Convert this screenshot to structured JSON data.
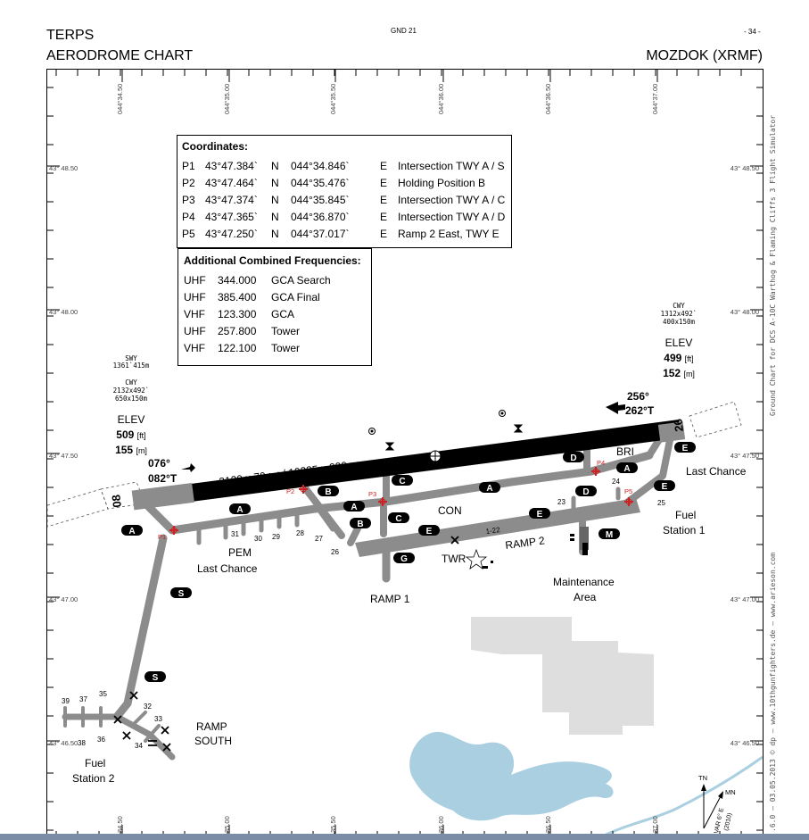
{
  "header": {
    "left_line1": "TERPS",
    "left_line2": "AERODROME CHART",
    "center": "GND 21",
    "page": "- 34 -",
    "right": "MOZDOK (XRMF)"
  },
  "side_note": "Ground Chart for DCS A-10C Warthog & Flaming Cliffs 3 Flight Simulator",
  "side_note_bottom": ".6.0 – 03.05.2013 © dp – www.10thgunfighters.de – www.arieson.com",
  "coordinates": {
    "title": "Coordinates:",
    "rows": [
      {
        "id": "P1",
        "lat": "43°47.384`",
        "ns": "N",
        "lon": "044°34.846`",
        "ew": "E",
        "desc": "Intersection TWY A / S"
      },
      {
        "id": "P2",
        "lat": "43°47.464`",
        "ns": "N",
        "lon": "044°35.476`",
        "ew": "E",
        "desc": "Holding Position B"
      },
      {
        "id": "P3",
        "lat": "43°47.374`",
        "ns": "N",
        "lon": "044°35.845`",
        "ew": "E",
        "desc": "Intersection TWY A / C"
      },
      {
        "id": "P4",
        "lat": "43°47.365`",
        "ns": "N",
        "lon": "044°36.870`",
        "ew": "E",
        "desc": "Intersection TWY A / D"
      },
      {
        "id": "P5",
        "lat": "43°47.250`",
        "ns": "N",
        "lon": "044°37.017`",
        "ew": "E",
        "desc": "Ramp 2 East, TWY E"
      }
    ]
  },
  "frequencies": {
    "title": "Additional Combined Frequencies:",
    "rows": [
      {
        "band": "UHF",
        "freq": "344.000",
        "name": "GCA Search"
      },
      {
        "band": "UHF",
        "freq": "385.400",
        "name": "GCA Final"
      },
      {
        "band": "VHF",
        "freq": "123.300",
        "name": "GCA"
      },
      {
        "band": "UHF",
        "freq": "257.800",
        "name": "Tower"
      },
      {
        "band": "VHF",
        "freq": "122.100",
        "name": "Tower"
      }
    ]
  },
  "grid": {
    "top_lon": [
      "044°34.50",
      "044°35.00",
      "044°35.50",
      "044°36.00",
      "044°36.50",
      "044°37.00"
    ],
    "bottom_lon": [
      "34.50",
      "35.00",
      "35.50",
      "36.00",
      "36.50",
      "37.00"
    ],
    "left_lat": [
      "43° 48.50",
      "43° 48.00",
      "43° 47.50",
      "43° 47.00",
      "43° 46.50"
    ],
    "right_lat": [
      "43° 48.50",
      "43° 48.00",
      "43° 47.50",
      "43° 47.00",
      "43° 46.50"
    ]
  },
  "runway": {
    "dims": "3120 x 70",
    "dims_unit1": "[m]",
    "dims_ft": "/ 10235 x 230",
    "dims_unit2": "[ft]",
    "rwy_08": "08",
    "rwy_26": "26",
    "hdg_076": "076°",
    "hdg_082": "082°T",
    "hdg_256": "256°",
    "hdg_262": "262°T",
    "center_label": "1-22"
  },
  "west_info": {
    "swy": "SWY",
    "swy_dims": "1361`415m",
    "cwy": "CWY",
    "cwy_dims1": "2132x492`",
    "cwy_dims2": "650x150m",
    "elev": "ELEV",
    "elev_ft": "509",
    "elev_ft_u": "[ft]",
    "elev_m": "155",
    "elev_m_u": "[m]"
  },
  "east_info": {
    "cwy": "CWY",
    "cwy_dims1": "1312x492`",
    "cwy_dims2": "400x150m",
    "elev": "ELEV",
    "elev_ft": "499",
    "elev_ft_u": "[ft]",
    "elev_m": "152",
    "elev_m_u": "[m]"
  },
  "taxiways": [
    "A",
    "A",
    "A",
    "A",
    "A",
    "B",
    "B",
    "C",
    "C",
    "D",
    "D",
    "E",
    "E",
    "E",
    "E",
    "G",
    "M",
    "S",
    "S"
  ],
  "points": [
    "P1",
    "P2",
    "P3",
    "P4",
    "P5"
  ],
  "labels": {
    "pem": "PEM",
    "last_chance_w": "Last Chance",
    "last_chance_e": "Last Chance",
    "con": "CON",
    "bri": "BRI",
    "twr": "TWR",
    "ramp1": "RAMP 1",
    "ramp2": "RAMP 2",
    "ramp_south_1": "RAMP",
    "ramp_south_2": "SOUTH",
    "maint_1": "Maintenance",
    "maint_2": "Area",
    "fuel1_1": "Fuel",
    "fuel1_2": "Station 1",
    "fuel2_1": "Fuel",
    "fuel2_2": "Station 2"
  },
  "parking": [
    "31",
    "30",
    "29",
    "28",
    "27",
    "26",
    "23",
    "24",
    "25",
    "39",
    "37",
    "35",
    "38",
    "36",
    "32",
    "33",
    "34"
  ],
  "north": {
    "tn": "TN",
    "mn": "MN",
    "var": "VAR 6° E",
    "year": "(2010)"
  },
  "colors": {
    "taxiway": "#8c8c8c",
    "runway": "#000000",
    "water": "#a9cfe0",
    "buildings": "#dedede",
    "bottom_bar": "#7b8ca6",
    "point": "#cc2222"
  }
}
